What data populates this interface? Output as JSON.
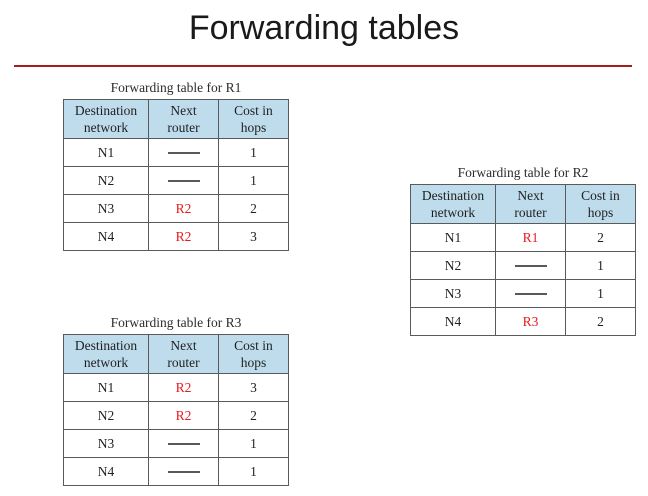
{
  "slide": {
    "title": "Forwarding tables",
    "rule_color": "#a51e1e",
    "background": "#ffffff"
  },
  "style": {
    "header_fill": "#bfdcec",
    "border_color": "#5a5a5a",
    "router_color": "#e8191e",
    "text_color": "#1f1f1f",
    "dash_color": "#555a5e"
  },
  "columns": {
    "destination": {
      "line1": "Destination",
      "line2": "network"
    },
    "next_router": {
      "line1": "Next",
      "line2": "router"
    },
    "cost": {
      "line1": "Cost in",
      "line2": "hops"
    }
  },
  "tables": [
    {
      "id": "r1",
      "caption": "Forwarding table for R1",
      "rows": [
        {
          "destination": "N1",
          "next_router": "——",
          "next_router_is_direct": true,
          "cost": "1"
        },
        {
          "destination": "N2",
          "next_router": "——",
          "next_router_is_direct": true,
          "cost": "1"
        },
        {
          "destination": "N3",
          "next_router": "R2",
          "next_router_is_direct": false,
          "cost": "2"
        },
        {
          "destination": "N4",
          "next_router": "R2",
          "next_router_is_direct": false,
          "cost": "3"
        }
      ]
    },
    {
      "id": "r2",
      "caption": "Forwarding table for R2",
      "rows": [
        {
          "destination": "N1",
          "next_router": "R1",
          "next_router_is_direct": false,
          "cost": "2"
        },
        {
          "destination": "N2",
          "next_router": "——",
          "next_router_is_direct": true,
          "cost": "1"
        },
        {
          "destination": "N3",
          "next_router": "——",
          "next_router_is_direct": true,
          "cost": "1"
        },
        {
          "destination": "N4",
          "next_router": "R3",
          "next_router_is_direct": false,
          "cost": "2"
        }
      ]
    },
    {
      "id": "r3",
      "caption": "Forwarding table for R3",
      "rows": [
        {
          "destination": "N1",
          "next_router": "R2",
          "next_router_is_direct": false,
          "cost": "3"
        },
        {
          "destination": "N2",
          "next_router": "R2",
          "next_router_is_direct": false,
          "cost": "2"
        },
        {
          "destination": "N3",
          "next_router": "——",
          "next_router_is_direct": true,
          "cost": "1"
        },
        {
          "destination": "N4",
          "next_router": "——",
          "next_router_is_direct": true,
          "cost": "1"
        }
      ]
    }
  ]
}
